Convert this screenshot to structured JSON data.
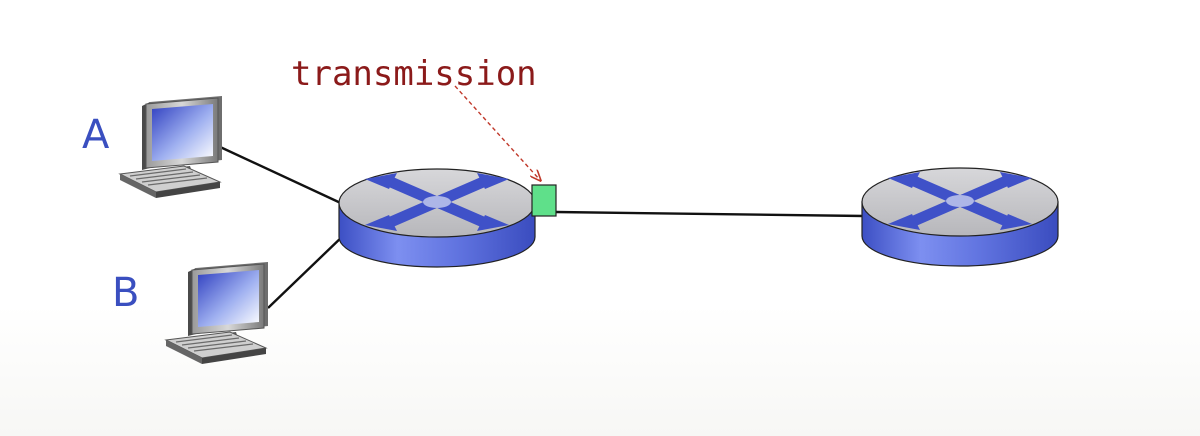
{
  "labels": {
    "host_a": "A",
    "host_b": "B",
    "annotation": "transmission"
  },
  "colors": {
    "host_label": "#3a4fc0",
    "annotation": "#8b1a1a",
    "annotation_arrow": "#c0392b",
    "link": "#111111",
    "router_top": "#c9c9cc",
    "router_side": "#5c6fd6",
    "router_cross": "#3f51c8",
    "packet": "#5fe08a"
  },
  "icons": {
    "host_a": "desktop-computer-icon",
    "host_b": "desktop-computer-icon",
    "router_1": "router-icon",
    "router_2": "router-icon",
    "packet": "packet-icon"
  }
}
